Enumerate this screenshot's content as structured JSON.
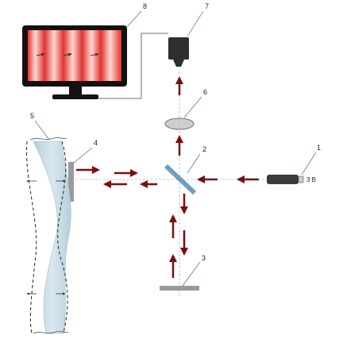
{
  "labels": {
    "laser": "1",
    "beam_splitter": "2",
    "reference_mirror": "3",
    "object_mirror": "4",
    "object": "5",
    "lens": "6",
    "camera": "7",
    "monitor": "8"
  },
  "laser_power_text": "3 B",
  "colors": {
    "beam": "#7a0e0e",
    "guide": "#8aa3b8",
    "monitor_body": "#111111",
    "fringe_red": "#e0342f",
    "fringe_light": "#ffd7d2",
    "object_fill": "#c9dce6",
    "component_gray": "#9a9a9a",
    "leader": "#3a6fb0"
  },
  "icons": {
    "laser": "laser-icon",
    "camera": "camera-icon",
    "monitor": "monitor-icon",
    "lens": "lens-icon"
  }
}
